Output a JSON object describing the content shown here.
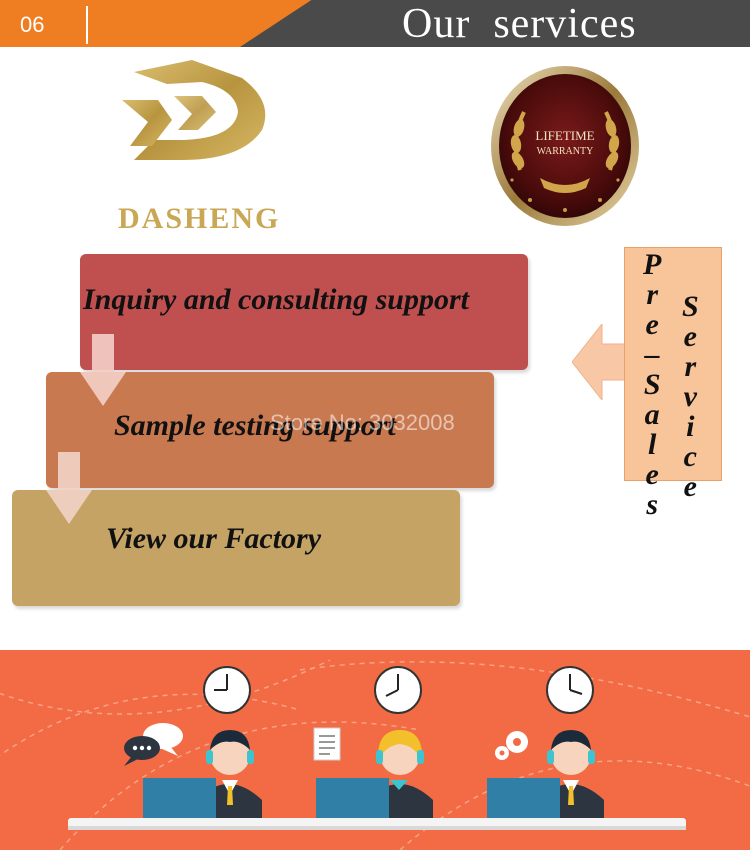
{
  "header": {
    "number": "06",
    "title": "Our  services"
  },
  "brand": {
    "name": "DASHENG"
  },
  "badge": {
    "line1": "LIFETIME",
    "line2": "WARRANTY"
  },
  "steps": [
    {
      "label": "Inquiry and consulting support"
    },
    {
      "label": "Sample testing support"
    },
    {
      "label": "View our Factory"
    }
  ],
  "watermark": "Store No: 3032008",
  "presales": {
    "word1": [
      "P",
      "r",
      "e",
      "–",
      "S",
      "a",
      "l",
      "e",
      "s"
    ],
    "word2": [
      "S",
      "e",
      "r",
      "v",
      "i",
      "c",
      "e"
    ]
  },
  "colors": {
    "header_orange": "#ef7d22",
    "header_dark": "#4a4a4a",
    "step1": "#c0504f",
    "step2": "#c97950",
    "step3": "#c4a365",
    "presales_bg": "#f8c49a",
    "bottom_bg": "#f26b44",
    "gold": "#c9a755"
  },
  "icons": {
    "logo": "dasheng-logo-icon",
    "badge": "lifetime-warranty-badge-icon",
    "clock": "clock-icon",
    "agent": "headset-agent-icon",
    "chat": "chat-bubble-icon",
    "document": "document-icon",
    "gears": "gears-icon"
  }
}
